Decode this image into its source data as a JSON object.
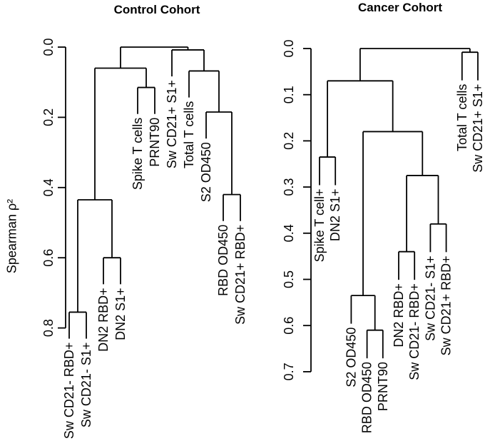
{
  "figure": {
    "background": "#ffffff",
    "foreground": "#000000",
    "y_axis_title": "Spearman ρ²"
  },
  "chart_data": [
    {
      "type": "dendrogram",
      "title": "Control Cohort",
      "ylabel": "Spearman ρ²",
      "y_axis": {
        "tick_labels": [
          "0.0",
          "0.2",
          "0.4",
          "0.6",
          "0.8"
        ],
        "tick_values": [
          0,
          0.2,
          0.4,
          0.6,
          0.8
        ],
        "range": [
          0,
          0.8
        ],
        "direction": "values increase downward (0.0 at top)"
      },
      "hang": 0.0755,
      "leaf_order": [
        "Sw CD21- RBD+",
        "Sw CD21- S1+",
        "DN2 RBD+",
        "DN2 S1+",
        "Spike T cells",
        "PRNT90",
        "Sw CD21+ S1+",
        "Total T cells",
        "S2 OD450",
        "RBD OD450",
        "Sw CD21+ RBD+"
      ],
      "tree": {
        "h": 0.0,
        "c": [
          {
            "h": 0.06,
            "c": [
              {
                "h": 0.435,
                "c": [
                  {
                    "h": 0.755,
                    "c": [
                      {
                        "leaf": "Sw CD21- RBD+"
                      },
                      {
                        "leaf": "Sw CD21- S1+"
                      }
                    ]
                  },
                  {
                    "h": 0.6,
                    "c": [
                      {
                        "leaf": "DN2 RBD+"
                      },
                      {
                        "leaf": "DN2 S1+"
                      }
                    ]
                  }
                ]
              },
              {
                "h": 0.115,
                "c": [
                  {
                    "leaf": "Spike T cells"
                  },
                  {
                    "leaf": "PRNT90"
                  }
                ]
              }
            ]
          },
          {
            "h": 0.008,
            "c": [
              {
                "leaf": "Sw CD21+ S1+"
              },
              {
                "h": 0.068,
                "c": [
                  {
                    "leaf": "Total T cells"
                  },
                  {
                    "h": 0.185,
                    "c": [
                      {
                        "leaf": "S2 OD450"
                      },
                      {
                        "h": 0.42,
                        "c": [
                          {
                            "leaf": "RBD OD450"
                          },
                          {
                            "leaf": "Sw CD21+ RBD+"
                          }
                        ]
                      }
                    ]
                  }
                ]
              }
            ]
          }
        ]
      }
    },
    {
      "type": "dendrogram",
      "title": "Cancer Cohort",
      "ylabel": "Spearman ρ²",
      "y_axis": {
        "tick_labels": [
          "0.0",
          "0.1",
          "0.2",
          "0.3",
          "0.4",
          "0.5",
          "0.6",
          "0.7"
        ],
        "tick_values": [
          0,
          0.1,
          0.2,
          0.3,
          0.4,
          0.5,
          0.6,
          0.7
        ],
        "range": [
          0,
          0.7
        ],
        "direction": "values increase downward (0.0 at top)"
      },
      "hang": 0.061,
      "leaf_order": [
        "Spike T cell+",
        "DN2 S1+",
        "S2 OD450",
        "RBD OD450",
        "PRNT90",
        "DN2 RBD+",
        "Sw CD21- RBD+",
        "Sw CD21- S1+",
        "Sw CD21+ RBD+",
        "Total T cells",
        "Sw CD21+ S1+"
      ],
      "tree": {
        "h": 0.0,
        "c": [
          {
            "h": 0.07,
            "c": [
              {
                "h": 0.235,
                "c": [
                  {
                    "leaf": "Spike T cell+"
                  },
                  {
                    "leaf": "DN2 S1+"
                  }
                ]
              },
              {
                "h": 0.18,
                "c": [
                  {
                    "h": 0.535,
                    "c": [
                      {
                        "leaf": "S2 OD450"
                      },
                      {
                        "h": 0.61,
                        "c": [
                          {
                            "leaf": "RBD OD450"
                          },
                          {
                            "leaf": "PRNT90"
                          }
                        ]
                      }
                    ]
                  },
                  {
                    "h": 0.275,
                    "c": [
                      {
                        "h": 0.44,
                        "c": [
                          {
                            "leaf": "DN2 RBD+"
                          },
                          {
                            "leaf": "Sw CD21- RBD+"
                          }
                        ]
                      },
                      {
                        "h": 0.38,
                        "c": [
                          {
                            "leaf": "Sw CD21- S1+"
                          },
                          {
                            "leaf": "Sw CD21+ RBD+"
                          }
                        ]
                      }
                    ]
                  }
                ]
              }
            ]
          },
          {
            "h": 0.008,
            "c": [
              {
                "leaf": "Total T cells"
              },
              {
                "leaf": "Sw CD21+ S1+"
              }
            ]
          }
        ]
      }
    }
  ]
}
